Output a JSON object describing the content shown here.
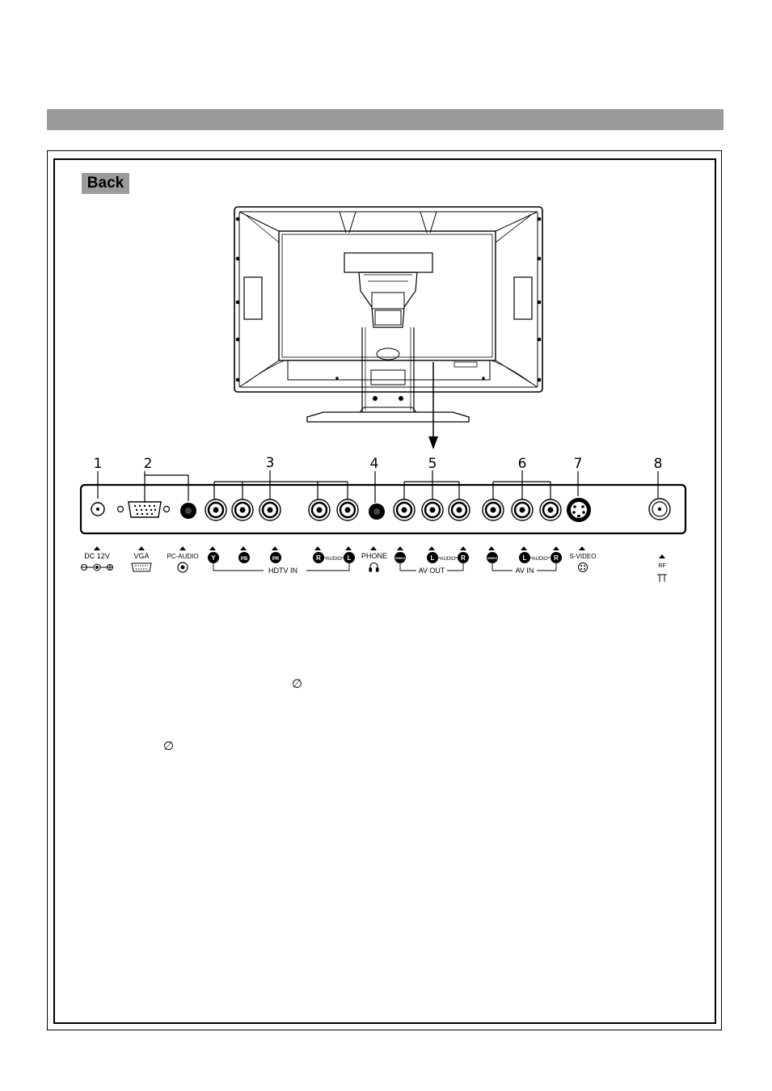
{
  "page": {
    "section_label": "Back"
  },
  "callouts": [
    "1",
    "2",
    "3",
    "4",
    "5",
    "6",
    "7",
    "8"
  ],
  "ports": {
    "dc": "DC 12V",
    "vga": "VGA",
    "pc_audio": "PC-AUDIO",
    "y": "Y",
    "pb": "PB",
    "pr": "PR",
    "audio_r": "R",
    "audio_l": "L",
    "audio": "AUDIO",
    "hdtv_in": "HDTV IN",
    "phone": "PHONE",
    "video": "VIDEO",
    "av_out": "AV OUT",
    "av_in": "AV IN",
    "s_video": "S-VIDEO",
    "rf": "RF"
  },
  "stray_symbols": [
    "∅",
    "∅"
  ],
  "colors": {
    "gray_bar": "#9b9b9b",
    "ink": "#000000"
  }
}
